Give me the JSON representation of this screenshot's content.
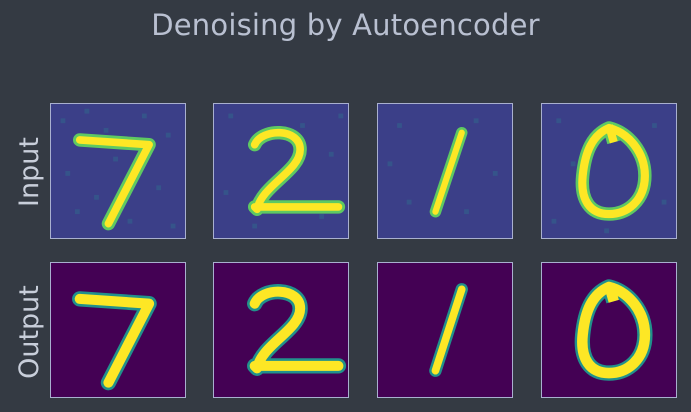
{
  "title": "Denoising by Autoencoder",
  "rows": [
    {
      "label": "Input",
      "kind": "noisy"
    },
    {
      "label": "Output",
      "kind": "clean"
    }
  ],
  "digits": [
    "7",
    "2",
    "1",
    "0"
  ],
  "colors": {
    "background": "#343a43",
    "dark": "#440154",
    "noise_mid": "#3b4a8c",
    "stroke": "#fde725",
    "stroke_edge": "#5ec962",
    "border": "#a9b0cf"
  }
}
